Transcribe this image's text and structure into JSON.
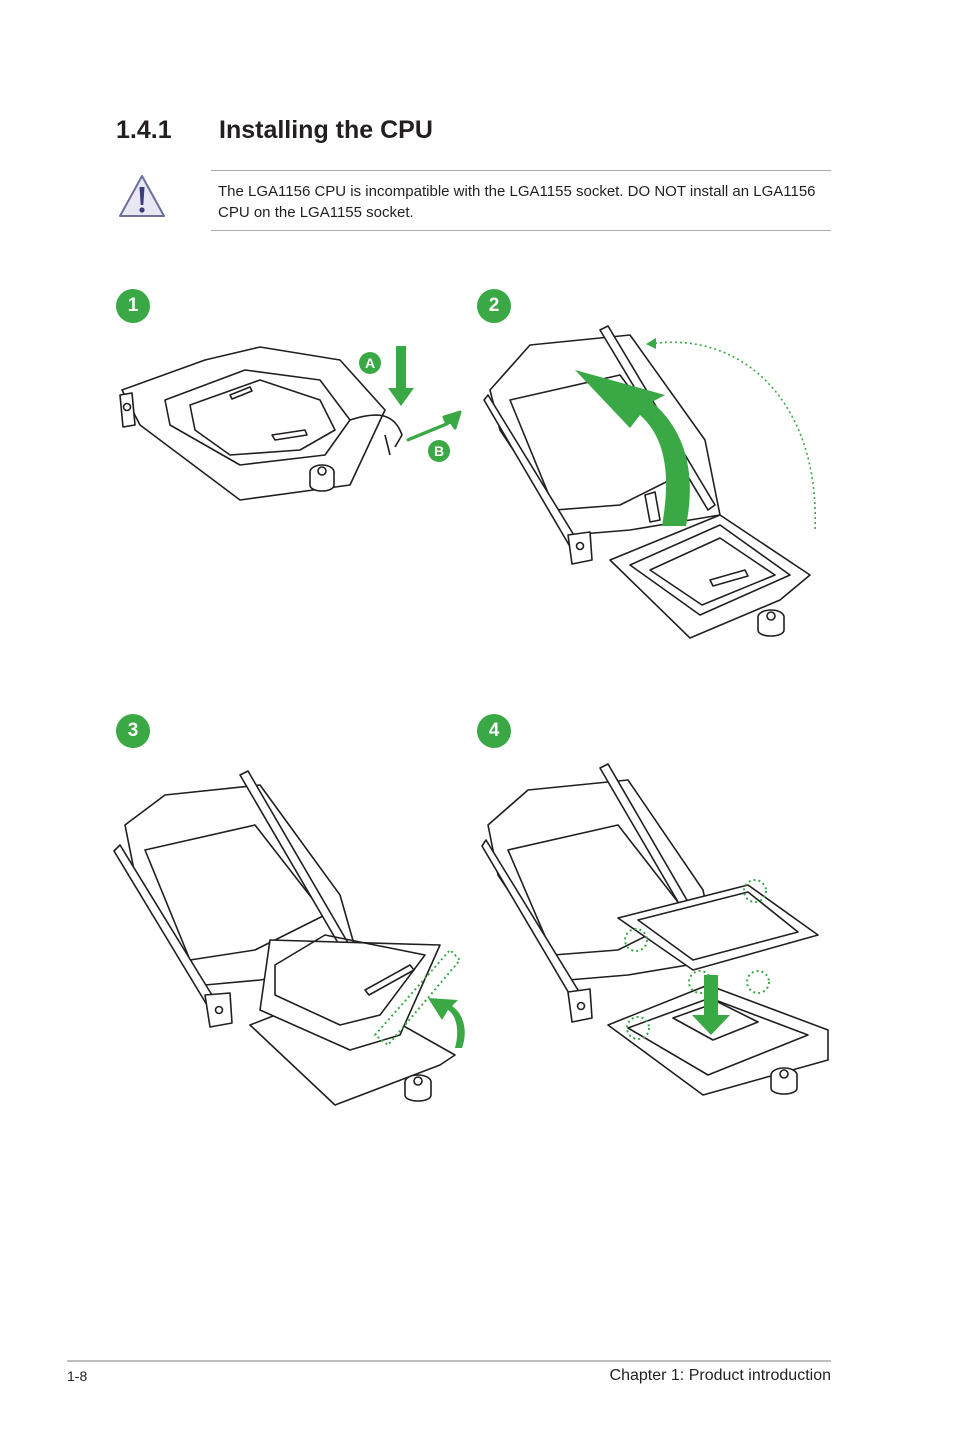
{
  "section": {
    "number": "1.4.1",
    "title": "Installing the CPU"
  },
  "note": {
    "icon": "warning-triangle-icon",
    "text": "The LGA1156 CPU is incompatible with the LGA1155 socket. DO NOT install an LGA1156 CPU on the LGA1155 socket."
  },
  "steps": [
    {
      "number": "1",
      "callouts": [
        "A",
        "B"
      ]
    },
    {
      "number": "2"
    },
    {
      "number": "3"
    },
    {
      "number": "4"
    }
  ],
  "colors": {
    "accent_green": "#39a845",
    "line": "#231f20",
    "rule": "#a7a9ac"
  },
  "footer": {
    "page": "1-8",
    "chapter": "Chapter 1: Product introduction"
  }
}
